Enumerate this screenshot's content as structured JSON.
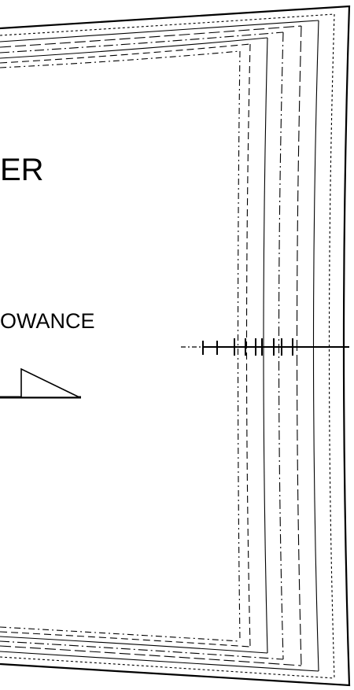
{
  "labels": {
    "piece_name_fragment": "ER",
    "allowance_fragment": "OWANCE"
  },
  "colors": {
    "ink": "#000000",
    "paper": "#ffffff"
  },
  "line_styles": [
    "solid",
    "long-dash",
    "dash-dot",
    "short-dash",
    "dotted"
  ]
}
